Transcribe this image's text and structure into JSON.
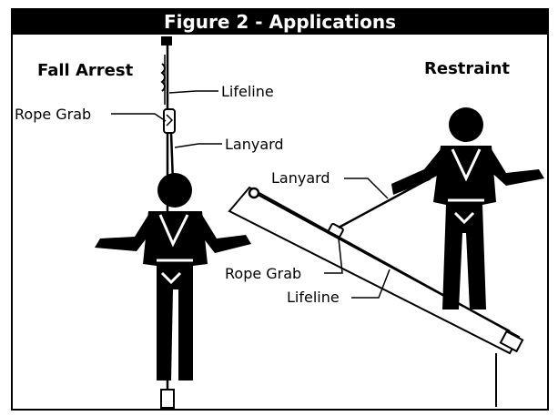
{
  "figure": {
    "title": "Figure 2 - Applications"
  },
  "fall_arrest": {
    "heading": "Fall Arrest",
    "labels": {
      "lifeline": "Lifeline",
      "rope_grab": "Rope Grab",
      "lanyard": "Lanyard"
    }
  },
  "restraint": {
    "heading": "Restraint",
    "labels": {
      "lanyard": "Lanyard",
      "rope_grab": "Rope Grab",
      "lifeline": "Lifeline"
    }
  },
  "colors": {
    "ink": "#000000",
    "paper": "#ffffff"
  }
}
